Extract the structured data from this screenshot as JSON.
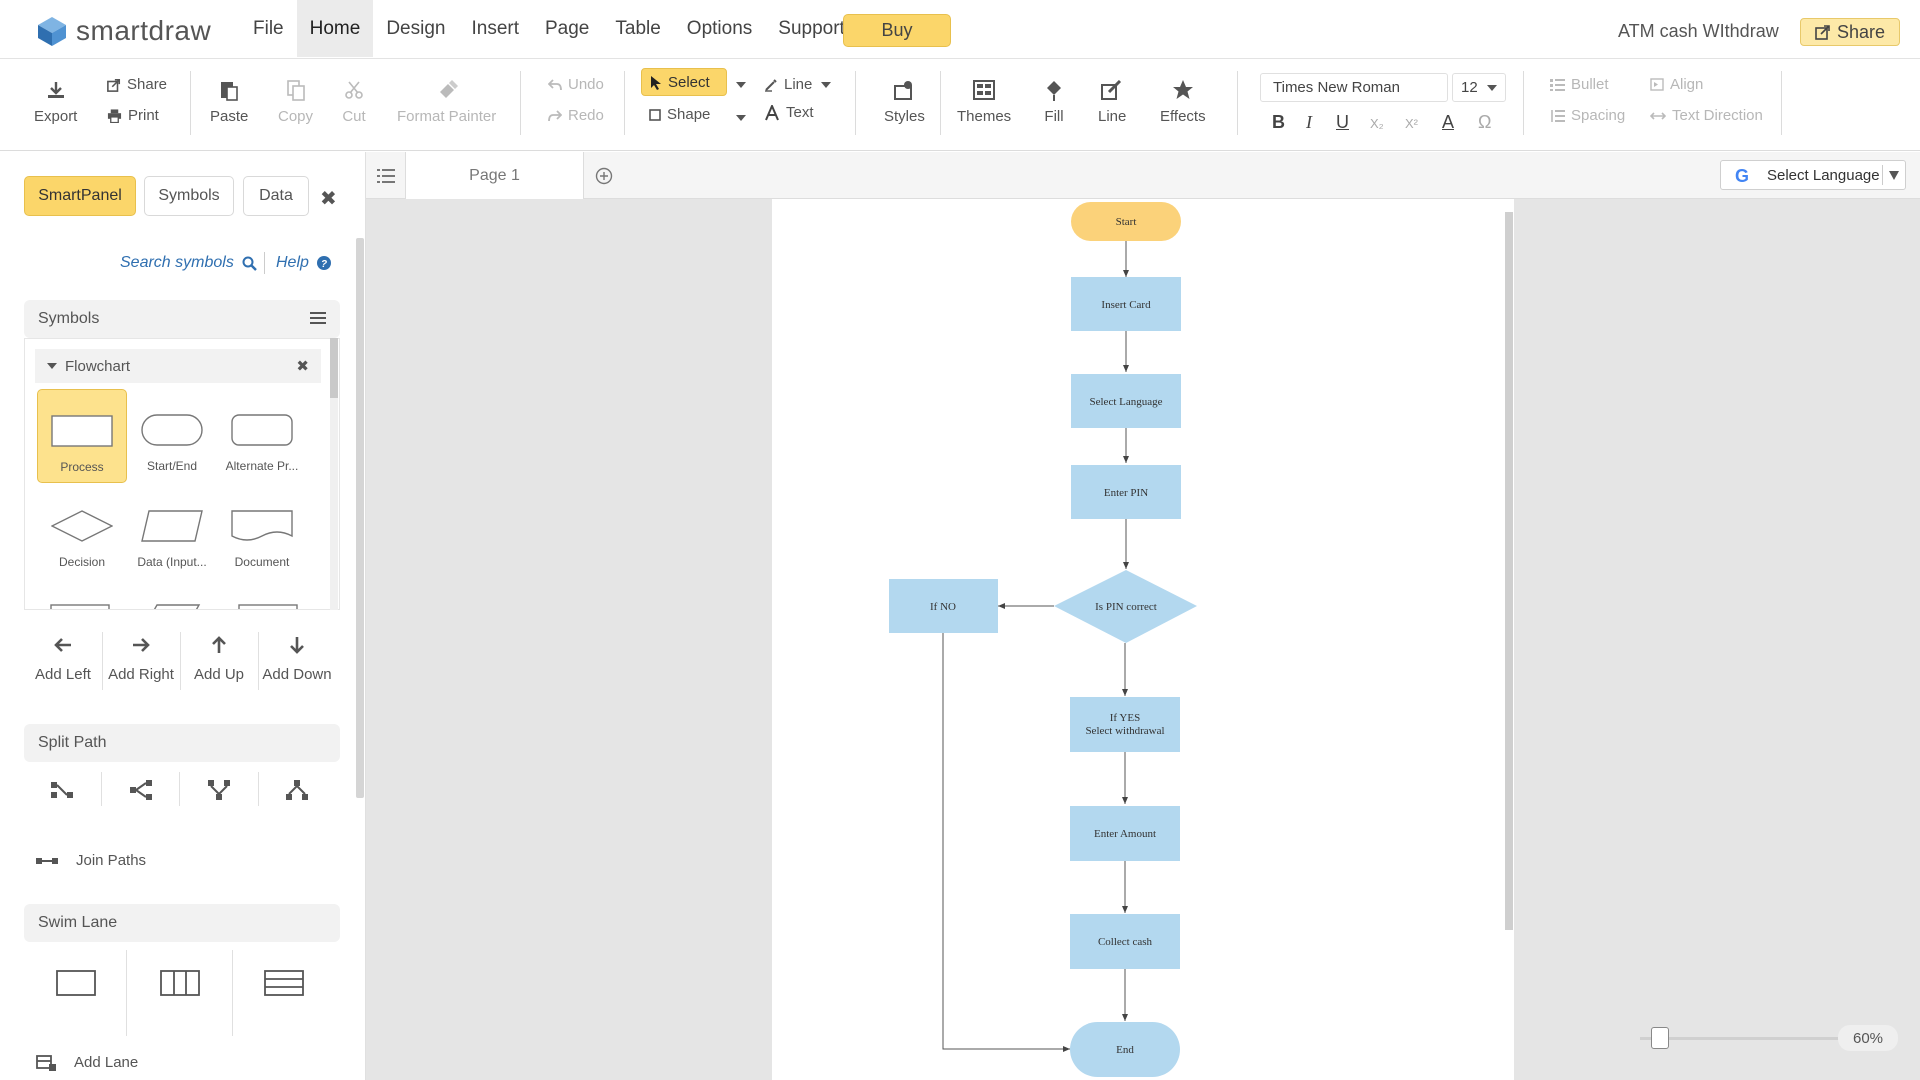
{
  "app": {
    "brand": "smartdraw",
    "document_title": "ATM cash WIthdraw"
  },
  "menu": {
    "items": [
      "File",
      "Home",
      "Design",
      "Insert",
      "Page",
      "Table",
      "Options",
      "Support"
    ],
    "active": "Home",
    "buy_label": "Buy",
    "share_label": "Share"
  },
  "ribbon": {
    "export": "Export",
    "share": "Share",
    "print": "Print",
    "paste": "Paste",
    "copy": "Copy",
    "cut": "Cut",
    "format_painter": "Format Painter",
    "undo": "Undo",
    "redo": "Redo",
    "select": "Select",
    "shape": "Shape",
    "line": "Line",
    "text": "Text",
    "styles": "Styles",
    "themes": "Themes",
    "fill": "Fill",
    "line2": "Line",
    "effects": "Effects",
    "font_family": "Times New Roman",
    "font_size": "12",
    "bullet": "Bullet",
    "align": "Align",
    "spacing": "Spacing",
    "text_direction": "Text Direction"
  },
  "left_panel": {
    "tabs": [
      "SmartPanel",
      "Symbols",
      "Data"
    ],
    "active_tab": "SmartPanel",
    "search_label": "Search symbols",
    "help_label": "Help",
    "symbols_title": "Symbols",
    "library": "Flowchart",
    "symbols": [
      "Process",
      "Start/End",
      "Alternate Pr...",
      "Decision",
      "Data (Input...",
      "Document"
    ],
    "active_symbol": "Process",
    "add_buttons": [
      "Add Left",
      "Add Right",
      "Add Up",
      "Add Down"
    ],
    "split_path_title": "Split Path",
    "join_paths": "Join Paths",
    "swim_lane_title": "Swim Lane",
    "add_lane": "Add Lane"
  },
  "canvas": {
    "page_tab": "Page 1",
    "language_select": "Select Language",
    "zoom": "60%",
    "zoom_fraction": 0.1
  },
  "colors": {
    "accent": "#fbd66a",
    "process_fill": "#b3d8ef",
    "start_fill": "#fbd27a",
    "end_fill": "#b3d8ef"
  },
  "flowchart": {
    "start": "Start",
    "insert_card": "Insert Card",
    "select_language": "Select Language",
    "enter_pin": "Enter PIN",
    "decision": "Is PIN correct",
    "if_no": "If  NO",
    "if_yes_line1": "If YES",
    "if_yes_line2": "Select withdrawal",
    "enter_amount": "Enter Amount",
    "collect_cash": "Collect cash",
    "end": "End"
  }
}
